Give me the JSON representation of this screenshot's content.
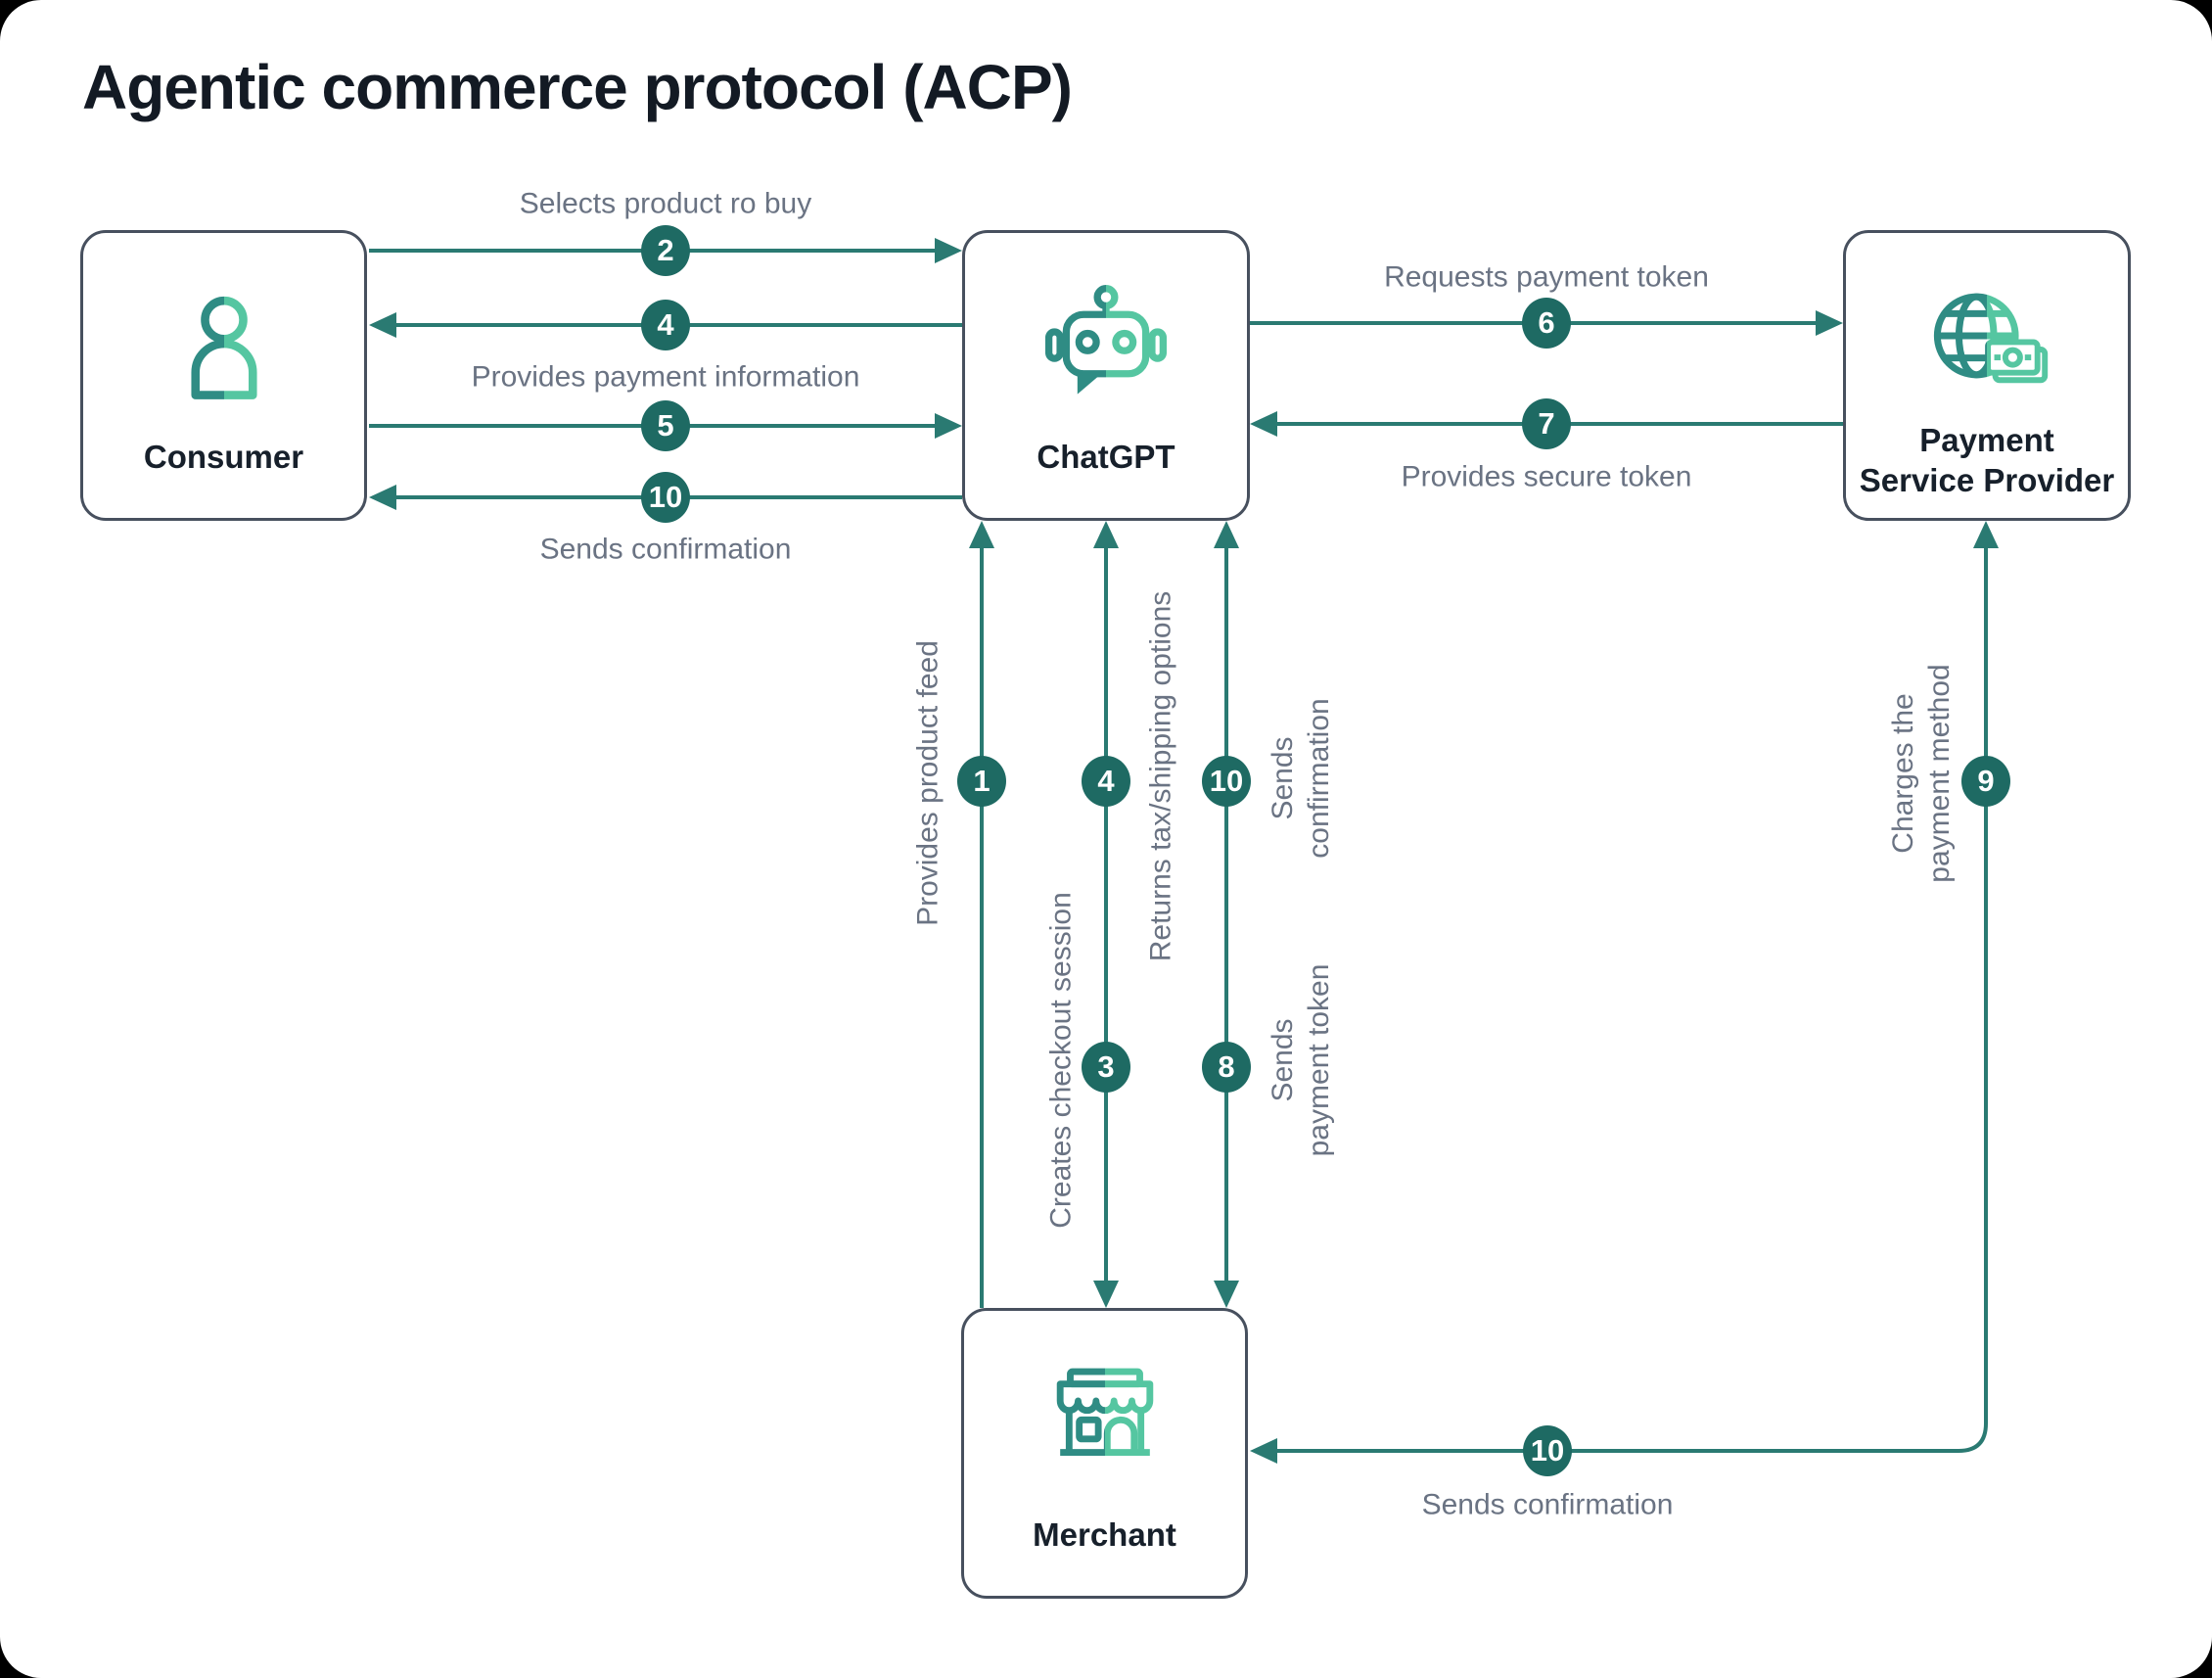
{
  "title": "Agentic commerce protocol (ACP)",
  "colors": {
    "canvas_bg": "#FFFFFF",
    "page_bg": "#000000",
    "title_color": "#131A24",
    "line": "#2A7A72",
    "badge": "#1E6A63",
    "badge_text": "#FFFFFF",
    "label": "#6A7383",
    "node_border": "#47505E",
    "node_text": "#17202B",
    "icon_dark": "#2F8C84",
    "icon_light": "#55C6A1"
  },
  "nodes": {
    "consumer": {
      "label": "Consumer",
      "icon": "person-icon"
    },
    "chatgpt": {
      "label": "ChatGPT",
      "icon": "robot-icon"
    },
    "psp": {
      "label": "Payment\nService Provider",
      "icon": "globe-payment-icon"
    },
    "merchant": {
      "label": "Merchant",
      "icon": "storefront-icon"
    }
  },
  "steps": {
    "s1": {
      "num": "1",
      "label": "Provides product feed",
      "from": "Merchant",
      "to": "ChatGPT"
    },
    "s2": {
      "num": "2",
      "label": "Selects product ro buy",
      "from": "Consumer",
      "to": "ChatGPT"
    },
    "s3": {
      "num": "3",
      "label": "Creates checkout session",
      "from": "ChatGPT",
      "to": "Merchant"
    },
    "s4h": {
      "num": "4",
      "label": "",
      "from": "ChatGPT",
      "to": "Consumer"
    },
    "s4v": {
      "num": "4",
      "label": "Returns tax/shipping options",
      "from": "Merchant",
      "to": "ChatGPT"
    },
    "s5": {
      "num": "5",
      "label": "Provides payment information",
      "from": "Consumer",
      "to": "ChatGPT"
    },
    "s6": {
      "num": "6",
      "label": "Requests payment token",
      "from": "ChatGPT",
      "to": "Payment Service Provider"
    },
    "s7": {
      "num": "7",
      "label": "Provides secure token",
      "from": "Payment Service Provider",
      "to": "ChatGPT"
    },
    "s8": {
      "num": "8",
      "label": "Sends\npayment token",
      "from": "ChatGPT",
      "to": "Merchant"
    },
    "s9": {
      "num": "9",
      "label": "Charges the\npayment method",
      "from": "Merchant",
      "to": "Payment Service Provider"
    },
    "s10h": {
      "num": "10",
      "label": "Sends confirmation",
      "from": "ChatGPT",
      "to": "Consumer"
    },
    "s10v": {
      "num": "10",
      "label": "Sends\nconfirmation",
      "from": "Merchant",
      "to": "ChatGPT"
    },
    "s10b": {
      "num": "10",
      "label": "Sends confirmation",
      "from": "Payment Service Provider",
      "to": "Merchant"
    }
  }
}
